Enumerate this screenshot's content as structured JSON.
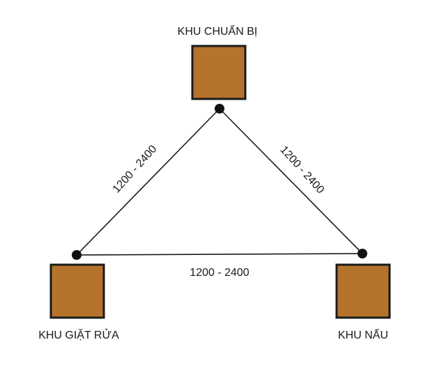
{
  "colors": {
    "zone_fill": "#B5732C",
    "zone_border": "#1a1a1a",
    "line": "#1a1a1a",
    "node": "#111111"
  },
  "zones": {
    "prep": {
      "label": "KHU CHUẨN BỊ"
    },
    "wash": {
      "label": "KHU GIẶT RỬA"
    },
    "cook": {
      "label": "KHU NẤU"
    }
  },
  "distances": {
    "prep_wash": "1200 - 2400",
    "prep_cook": "1200 - 2400",
    "wash_cook": "1200 - 2400"
  }
}
